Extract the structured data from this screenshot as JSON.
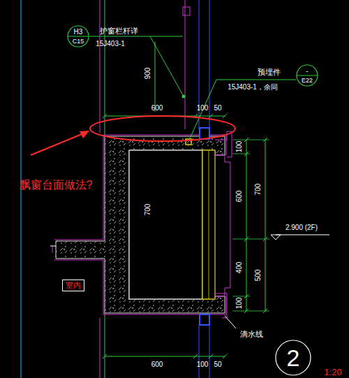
{
  "diagram": {
    "nodes": [
      {
        "text": [
          "H3",
          "C15"
        ]
      },
      {
        "text": [
          "-",
          "E22"
        ]
      },
      {
        "text": [
          "室内"
        ]
      },
      {
        "text": [
          "2"
        ]
      }
    ],
    "labels": [
      "护窗栏杆详",
      "15J403-1",
      "900",
      "预埋件",
      "15J403-1，余同",
      "600",
      "100",
      "50",
      "飘窗台面做法?",
      "100",
      "700",
      "600",
      "400",
      "500",
      "100",
      "700",
      "2.900 (2F)",
      "滴水线",
      "600",
      "100",
      "50",
      "1:20"
    ]
  }
}
